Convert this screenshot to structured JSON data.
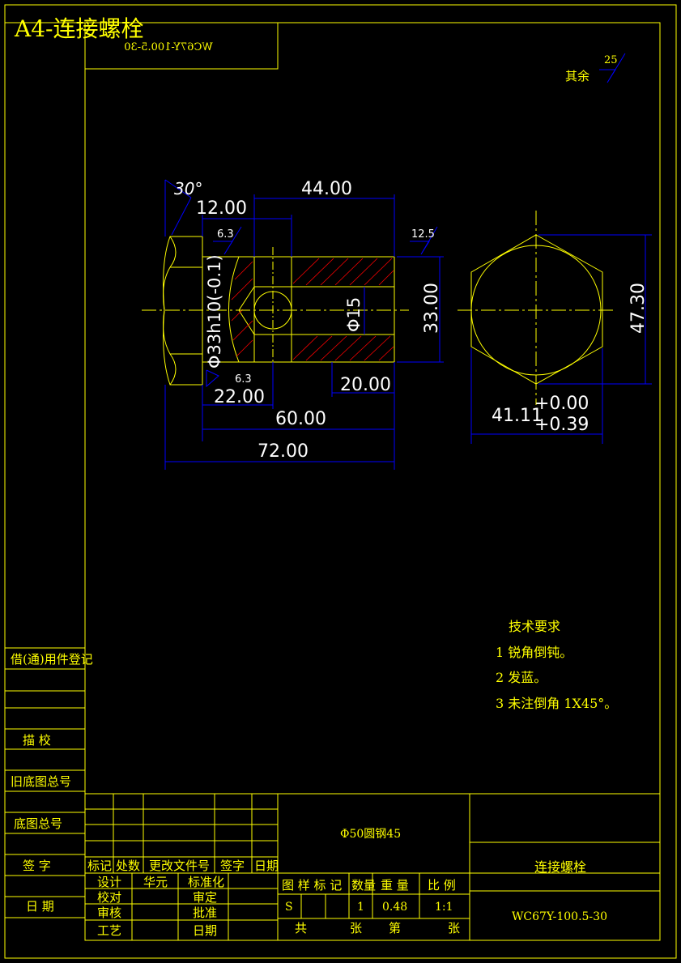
{
  "sheet_title": "A4-连接螺栓",
  "mirrored_code": "WC67Y-100.5-30",
  "roughness_note": {
    "label": "其余",
    "value": "25"
  },
  "dimensions": {
    "angle": "30°",
    "d12": "12.00",
    "d44": "44.00",
    "r63_top": "6.3",
    "r125": "12.5",
    "d33h10": "Φ33h10(-0.1)",
    "phi15": "Φ15",
    "d33": "33.00",
    "r63_bottom": "6.3",
    "d22": "22.00",
    "d20": "20.00",
    "d60": "60.00",
    "d72": "72.00",
    "d4111": "41.11",
    "tol_upper": "+0.00",
    "tol_lower": "+0.39",
    "d4730": "47.30"
  },
  "tech_requirements": {
    "title": "技术要求",
    "items": [
      "1 锐角倒钝。",
      "2 发蓝。",
      "3  未注倒角    1X45°。"
    ]
  },
  "left_strip": {
    "borrow": "借(通)用件登记",
    "trace": "描  校",
    "old_no": "旧底图总号",
    "base_no": "底图总号",
    "sign": "签   字",
    "date": "日  期"
  },
  "title_block": {
    "material": "Φ50圆钢45",
    "part_name": "连接螺栓",
    "drawing_no": "WC67Y-100.5-30",
    "rev_headers": [
      "标记",
      "处数",
      "更改文件号",
      "签字",
      "日期"
    ],
    "design": "设计",
    "designer": "华元",
    "standardize": "标准化",
    "check": "校对",
    "review": "审定",
    "audit": "审核",
    "approve": "批准",
    "process": "工艺",
    "date": "日期",
    "stage_label": "图 样 标 记",
    "qty_label": "数量",
    "weight_label": "重  量",
    "scale_label": "比  例",
    "stage": "S",
    "qty": "1",
    "weight": "0.48",
    "scale": "1:1",
    "total": "共",
    "sheets": "张",
    "sheet_no": "第",
    "sheets2": "张"
  },
  "colors": {
    "line": "#ffff00",
    "dim": "#0000ff",
    "hatch": "#ff0000",
    "text": "#ffffff",
    "bg": "#000000"
  }
}
